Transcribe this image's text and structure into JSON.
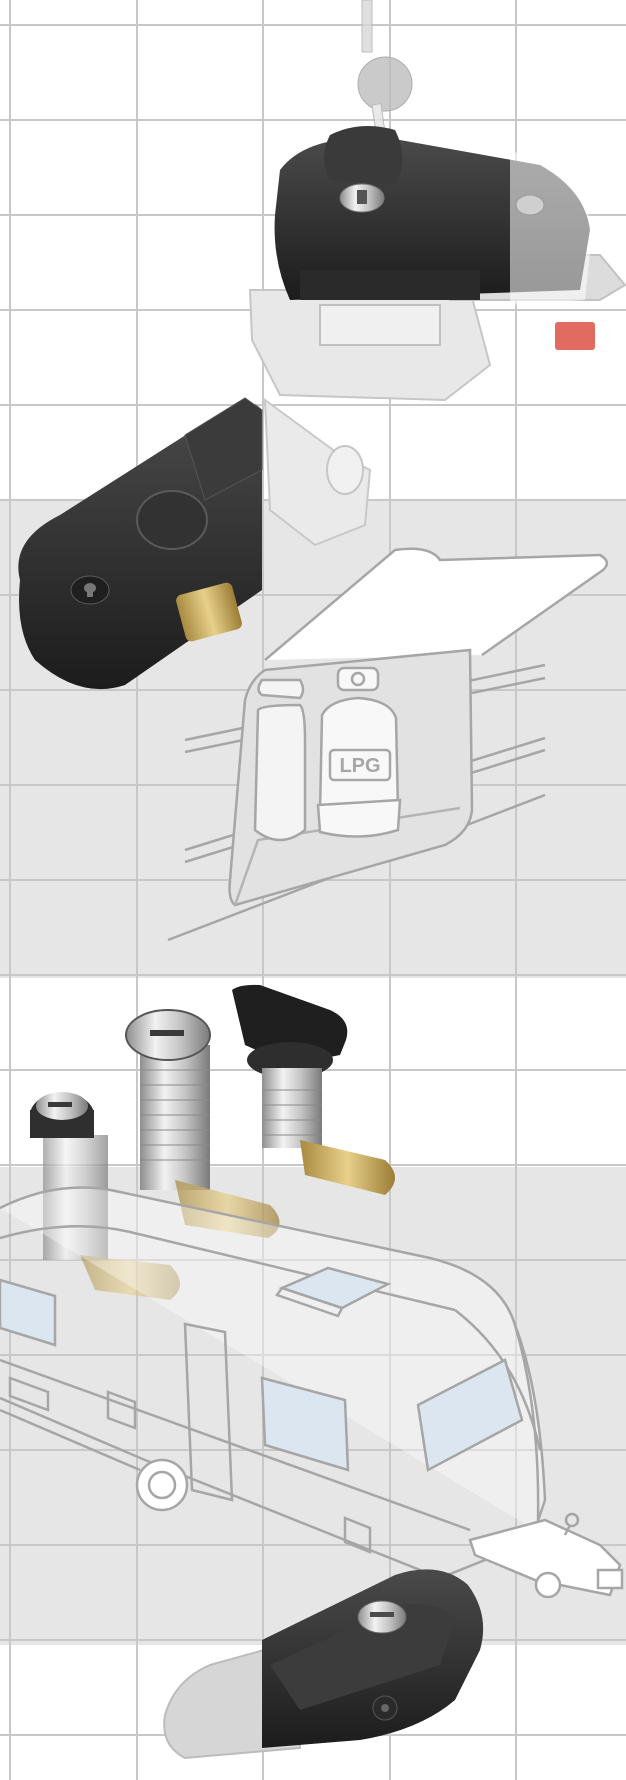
{
  "page": {
    "colors": {
      "background": "#ffffff",
      "band": "#e6e6e6",
      "grid": "#c8c8c8",
      "line_art": "#a6a6a6",
      "window": "#dbe6f1",
      "black_plastic": "#2b2b2b",
      "chrome": "#bfbfbf",
      "brass": "#c9a75a",
      "red_button": "#d9463a"
    },
    "products": [
      {
        "name": "key-paddle-lock-icon"
      },
      {
        "name": "push-button-lock-icon"
      },
      {
        "name": "cam-lock-set-icon"
      },
      {
        "name": "compression-latch-icon"
      }
    ],
    "illustrations": [
      {
        "name": "gas-locker-illustration"
      },
      {
        "name": "caravan-illustration"
      }
    ],
    "labels": {
      "gas_bottle_label": "LPG"
    }
  }
}
